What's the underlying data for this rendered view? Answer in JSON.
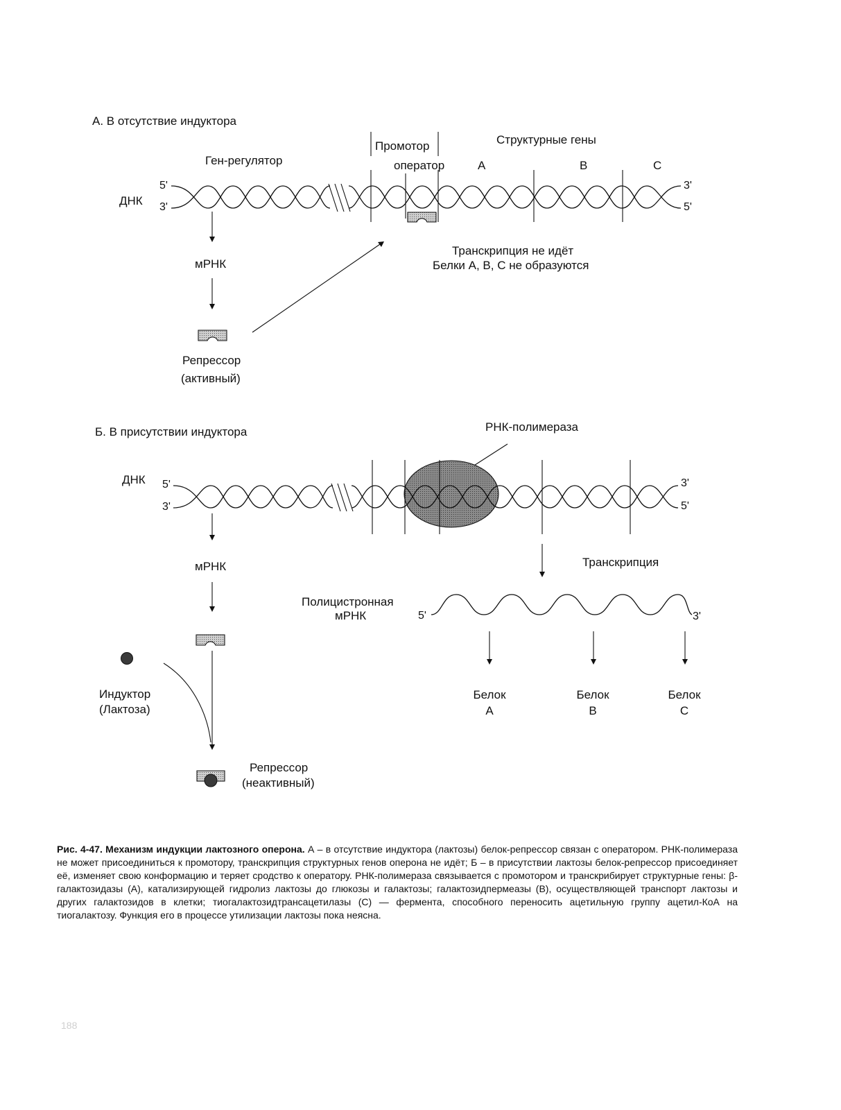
{
  "panel_a": {
    "title": "А.  В отсутствие индуктора",
    "regulator_gene": "Ген-регулятор",
    "promoter": "Промотор",
    "operator": "оператор",
    "structural_genes": "Структурные гены",
    "gene_a": "A",
    "gene_b": "B",
    "gene_c": "C",
    "dna": "ДНК",
    "five_prime_top": "5'",
    "three_prime_bottom": "3'",
    "three_prime_top_right": "3'",
    "five_prime_bottom_right": "5'",
    "mrna": "мРНК",
    "no_transcription": "Транскрипция не идёт",
    "no_proteins": "Белки A, B, C не образуются",
    "repressor": "Репрессор",
    "repressor_state": "(активный)"
  },
  "panel_b": {
    "title": "Б.  В присутствии индуктора",
    "rna_polymerase": "РНК-полимераза",
    "dna": "ДНК",
    "five_prime_top": "5'",
    "three_prime_bottom": "3'",
    "three_prime_top_right": "3'",
    "five_prime_bottom_right": "5'",
    "mrna": "мРНК",
    "transcription": "Транскрипция",
    "polycistronic_line1": "Полицистронная",
    "polycistronic_line2": "мРНК",
    "mrna_5": "5'",
    "mrna_3": "3'",
    "protein_word": "Белок",
    "protein_a": "A",
    "protein_b": "B",
    "protein_c": "C",
    "inducer": "Индуктор",
    "inducer_name": "(Лактоза)",
    "repressor": "Репрессор",
    "repressor_state": "(неактивный)"
  },
  "caption": {
    "bold": "Рис. 4-47. Механизм индукции лактозного оперона.",
    "text": " А – в отсутствие индуктора (лактозы) белок-репрессор связан с оператором. РНК-полимераза не может присоединиться к промотору, транскрипция структурных генов оперона не идёт; Б – в присутствии лактозы белок-репрессор присоединяет её, изменяет свою конформацию и теряет сродство к оператору. РНК-полимераза связывается с промотором и транскрибирует структурные гены: β-галактозидазы (А), катализирующей гидролиз лактозы до глюкозы и галактозы; галактозидпермеазы (В), осуществляющей транспорт лактозы и других галактозидов в клетки; тиогалактозидтрансацетилазы (С) — фермента, способного переносить ацетильную группу ацетил-КоА на тиогалактозу. Функция его в процессе утилизации лактозы пока неясна."
  },
  "page_number": "188",
  "colors": {
    "ink": "#111111",
    "polymerase_fill": "#8a8a8a",
    "repressor_fill": "#b5b5b5",
    "inducer_fill": "#3a3a3a"
  }
}
